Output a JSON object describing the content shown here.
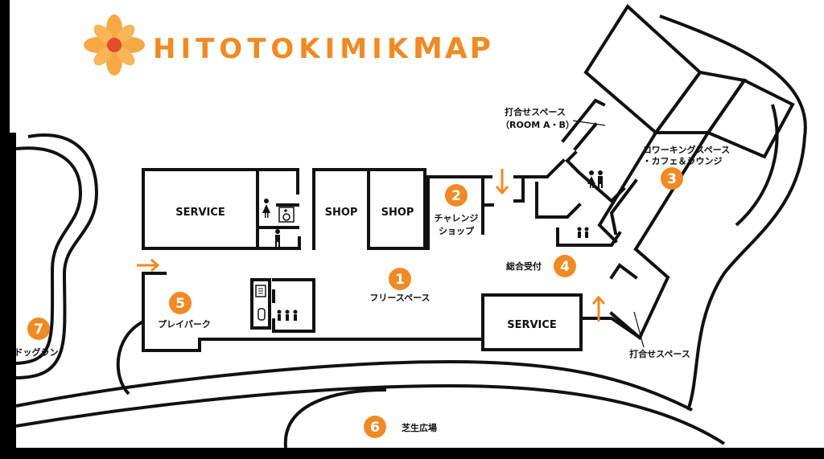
{
  "title": {
    "brand": "HITOTOKIMIKI",
    "suffix": "MAP"
  },
  "colors": {
    "accent": "#f08a24",
    "logo_petal": "#f6a845",
    "logo_center": "#e44b2a",
    "ink": "#111111",
    "paper": "#ffffff"
  },
  "rooms": {
    "service_left": "SERVICE",
    "shop_1": "SHOP",
    "shop_2": "SHOP",
    "service_right": "SERVICE"
  },
  "areas": [
    {
      "number": "1",
      "label": "フリースペース"
    },
    {
      "number": "2",
      "label_line1": "チャレンジ",
      "label_line2": "ショップ"
    },
    {
      "number": "3",
      "label_line1": "コワーキングスペース",
      "label_line2": "・カフェ＆ラウンジ"
    },
    {
      "number": "4",
      "label": "総合受付"
    },
    {
      "number": "5",
      "label": "プレイパーク"
    },
    {
      "number": "6",
      "label": "芝生広場"
    },
    {
      "number": "7",
      "label": "ドッグラン"
    }
  ],
  "meeting_room_a_b": {
    "line1": "打合せスペース",
    "line2": "（ROOM A・B）"
  },
  "meeting_space": "打合せスペース",
  "icons": [
    "restroom-female-icon",
    "restroom-accessible-icon",
    "restroom-male-icon",
    "elevator-icon",
    "nursing-room-icon",
    "family-restroom-icon",
    "entrance-arrow-icon",
    "logo-flower-icon"
  ]
}
